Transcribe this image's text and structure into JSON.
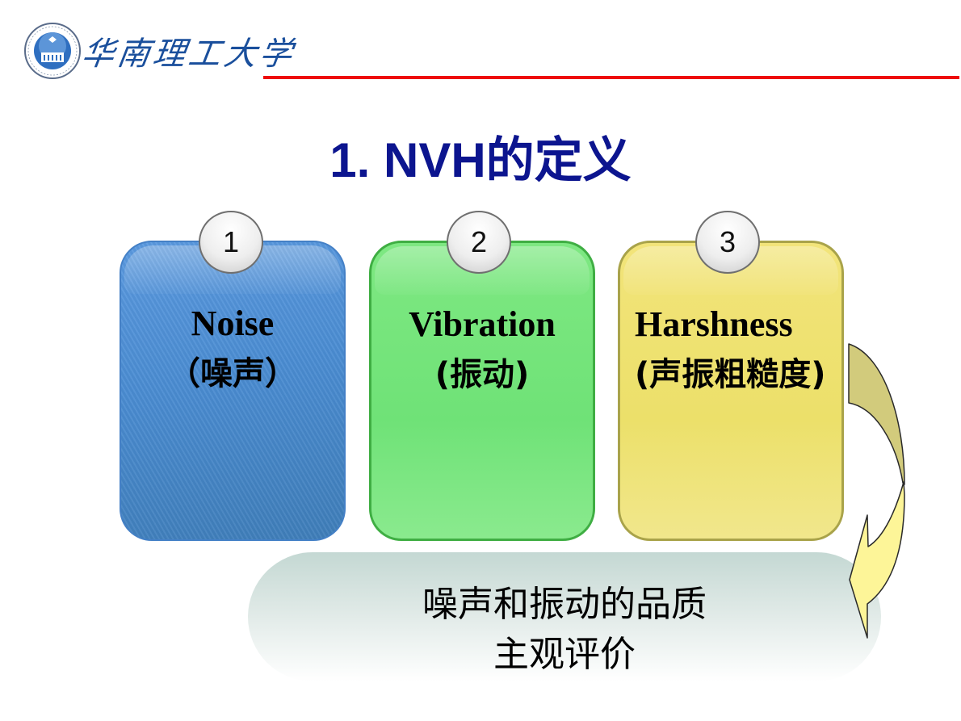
{
  "header": {
    "logo_icon": "university-seal-icon",
    "university_name": "华南理工大学",
    "rule_color": "#ee0a0a"
  },
  "slide": {
    "title": "1. NVH的定义",
    "title_color": "#0c158f"
  },
  "cards": [
    {
      "number": "1",
      "title": "Noise",
      "subtitle": "（噪声）",
      "color": "#4a8cd2"
    },
    {
      "number": "2",
      "title": "Vibration",
      "subtitle": "(振动)",
      "color": "#6fe277"
    },
    {
      "number": "3",
      "title": "Harshness",
      "subtitle": "(声振粗糙度)",
      "color": "#ece06a"
    }
  ],
  "summary": {
    "line1": "噪声和振动的品质",
    "line2": "主观评价"
  },
  "arrow": {
    "icon": "curved-arrow-down-icon",
    "color_top": "#d2cb7c",
    "color_bottom": "#fdf598"
  }
}
